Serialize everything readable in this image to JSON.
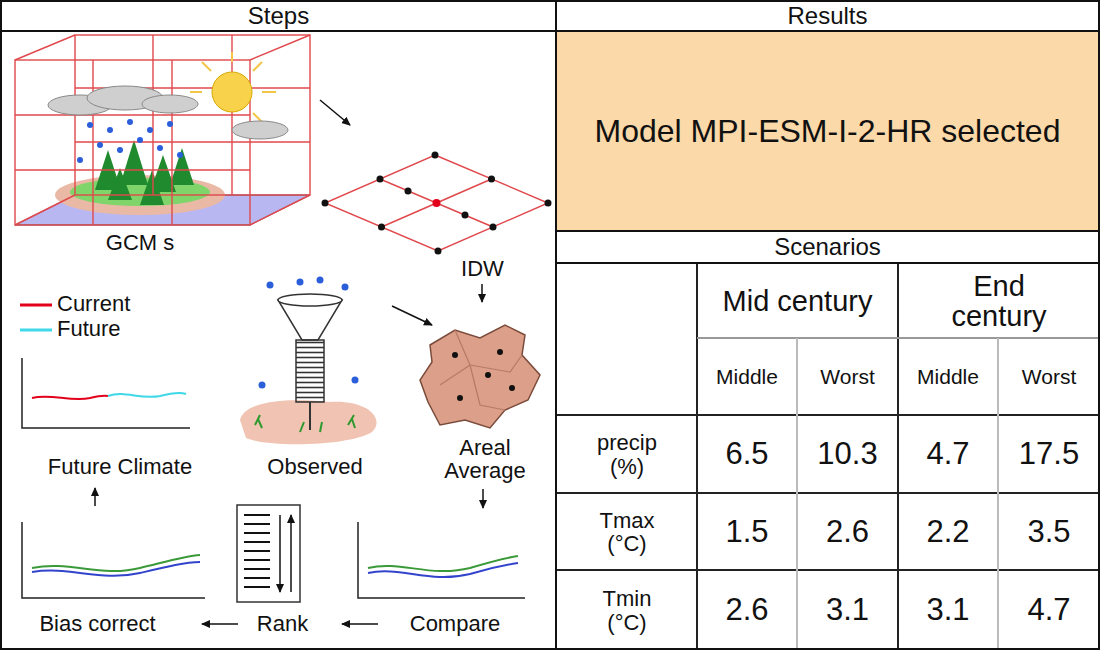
{
  "diagram": {
    "nodes": [
      {
        "text": [
          "Steps"
        ]
      },
      {
        "text": [
          "Results"
        ]
      },
      {
        "text": [
          "Model MPI-ESM-I-2-HR selected"
        ],
        "in": 1
      },
      {
        "text": [
          "Scenarios"
        ],
        "in": 1
      }
    ],
    "labels": [
      "GCM s",
      "IDW",
      "Observed",
      "Areal Average",
      "Future Climate",
      "Compare",
      "Rank",
      "Bias correct",
      "Mid century",
      "End century",
      "Middle",
      "Worst",
      "Middle",
      "Worst",
      "precip (%)",
      "6.5",
      "10.3",
      "4.7",
      "17.5",
      "Tmax (°C)",
      "1.5",
      "2.6",
      "2.2",
      "3.5",
      "Tmin (°C)",
      "2.6",
      "3.1",
      "3.1",
      "4.7"
    ],
    "legend": [
      {
        "text": "Current",
        "color": "#e3001b"
      },
      {
        "text": "Future",
        "color": "#3fd8e8"
      }
    ]
  }
}
